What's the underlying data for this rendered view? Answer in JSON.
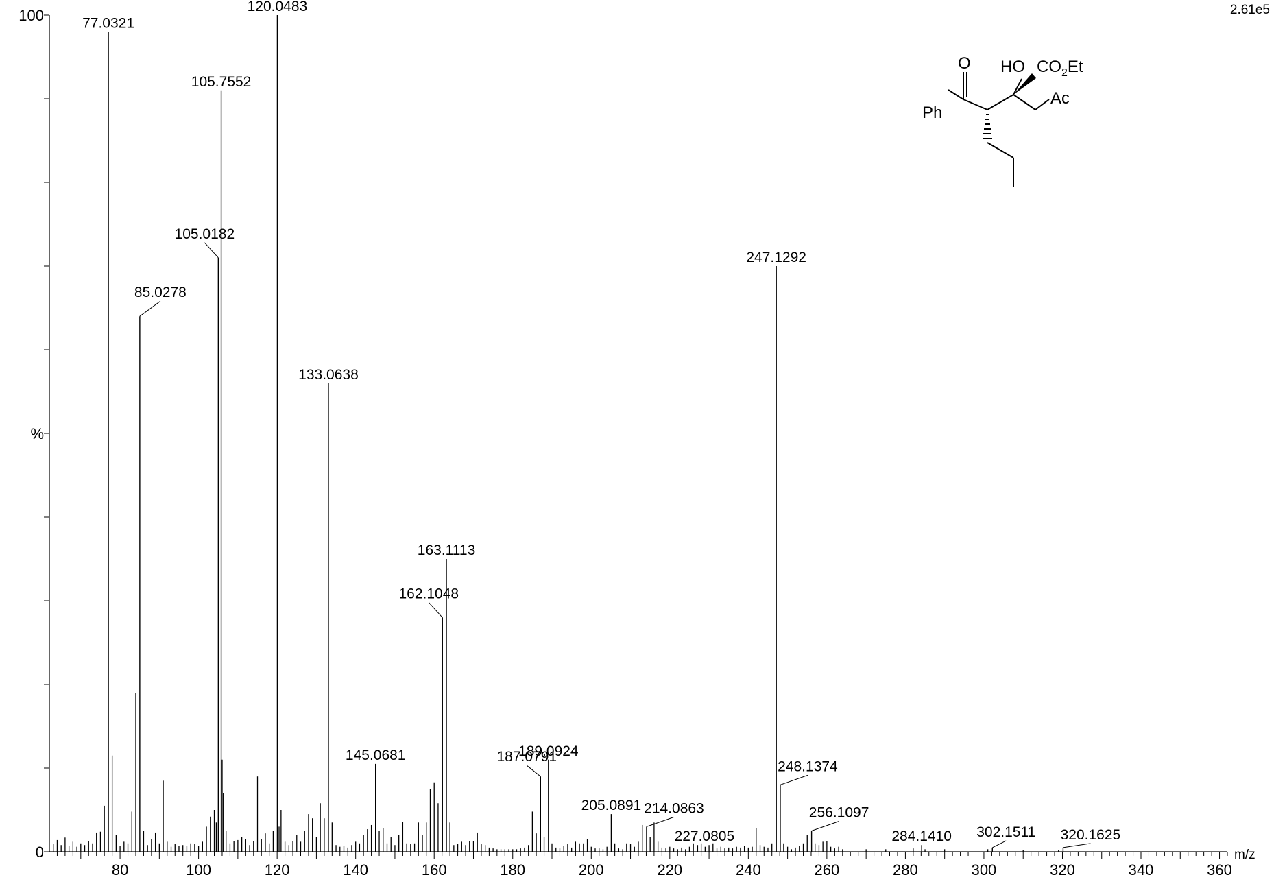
{
  "chart_data": {
    "type": "bar",
    "subtype": "mass-spectrum-stick",
    "xlabel": "m/z",
    "ylabel": "%",
    "xlim": [
      62,
      362
    ],
    "ylim": [
      0,
      100
    ],
    "x_ticks": [
      80,
      100,
      120,
      140,
      160,
      180,
      200,
      220,
      240,
      260,
      280,
      300,
      320,
      340,
      360
    ],
    "y_ticks": [
      "0",
      "%",
      "100"
    ],
    "scale_note": "2.61e5",
    "labeled_peaks": [
      {
        "mz": 77.0321,
        "label": "77.0321",
        "intensity": 98
      },
      {
        "mz": 85.0278,
        "label": "85.0278",
        "intensity": 64
      },
      {
        "mz": 105.0182,
        "label": "105.0182",
        "intensity": 71
      },
      {
        "mz": 105.7552,
        "label": "105.7552",
        "intensity": 91
      },
      {
        "mz": 120.0483,
        "label": "120.0483",
        "intensity": 100
      },
      {
        "mz": 133.0638,
        "label": "133.0638",
        "intensity": 56
      },
      {
        "mz": 145.0681,
        "label": "145.0681",
        "intensity": 10.5
      },
      {
        "mz": 162.1048,
        "label": "162.1048",
        "intensity": 28
      },
      {
        "mz": 163.1113,
        "label": "163.1113",
        "intensity": 35
      },
      {
        "mz": 187.0791,
        "label": "187.0791",
        "intensity": 9
      },
      {
        "mz": 189.0924,
        "label": "189.0924",
        "intensity": 11
      },
      {
        "mz": 205.0891,
        "label": "205.0891",
        "intensity": 4.5
      },
      {
        "mz": 214.0863,
        "label": "214.0863",
        "intensity": 3
      },
      {
        "mz": 227.0805,
        "label": "227.0805",
        "intensity": 0.8
      },
      {
        "mz": 247.1292,
        "label": "247.1292",
        "intensity": 70
      },
      {
        "mz": 248.1374,
        "label": "248.1374",
        "intensity": 8
      },
      {
        "mz": 256.1097,
        "label": "256.1097",
        "intensity": 2.5
      },
      {
        "mz": 284.141,
        "label": "284.1410",
        "intensity": 0.8
      },
      {
        "mz": 302.1511,
        "label": "302.1511",
        "intensity": 0.5
      },
      {
        "mz": 320.1625,
        "label": "320.1625",
        "intensity": 0.5
      }
    ],
    "minor_peaks": [
      [
        63,
        0.9
      ],
      [
        64,
        1.4
      ],
      [
        65,
        0.8
      ],
      [
        66,
        1.7
      ],
      [
        67,
        0.7
      ],
      [
        68,
        1.2
      ],
      [
        69,
        0.6
      ],
      [
        70,
        1.0
      ],
      [
        71,
        0.8
      ],
      [
        72,
        1.3
      ],
      [
        73,
        1.0
      ],
      [
        74,
        2.3
      ],
      [
        75,
        2.4
      ],
      [
        76,
        5.5
      ],
      [
        78,
        11.5
      ],
      [
        79,
        2.0
      ],
      [
        80,
        0.7
      ],
      [
        81,
        1.2
      ],
      [
        82,
        1.0
      ],
      [
        83,
        4.8
      ],
      [
        84,
        19
      ],
      [
        86,
        2.5
      ],
      [
        87,
        0.8
      ],
      [
        88,
        1.5
      ],
      [
        89,
        2.3
      ],
      [
        90,
        1.0
      ],
      [
        91,
        8.5
      ],
      [
        92,
        1.2
      ],
      [
        93,
        0.6
      ],
      [
        94,
        0.9
      ],
      [
        95,
        0.7
      ],
      [
        96,
        0.8
      ],
      [
        97,
        0.7
      ],
      [
        98,
        1.0
      ],
      [
        99,
        0.9
      ],
      [
        100,
        0.7
      ],
      [
        101,
        1.2
      ],
      [
        102,
        3.0
      ],
      [
        103,
        4.2
      ],
      [
        104,
        5.0
      ],
      [
        104.5,
        3.5
      ],
      [
        106,
        11
      ],
      [
        106.3,
        7
      ],
      [
        107,
        2.5
      ],
      [
        108,
        1.0
      ],
      [
        109,
        1.3
      ],
      [
        110,
        1.4
      ],
      [
        111,
        1.8
      ],
      [
        112,
        1.5
      ],
      [
        113,
        0.8
      ],
      [
        114,
        1.3
      ],
      [
        115,
        9
      ],
      [
        116,
        1.5
      ],
      [
        117,
        2.2
      ],
      [
        118,
        1.0
      ],
      [
        119,
        2.5
      ],
      [
        120.5,
        3.0
      ],
      [
        121,
        5.0
      ],
      [
        122,
        1.2
      ],
      [
        123,
        0.8
      ],
      [
        124,
        1.3
      ],
      [
        125,
        2.0
      ],
      [
        126,
        1.2
      ],
      [
        127,
        2.5
      ],
      [
        128,
        4.5
      ],
      [
        129,
        4.0
      ],
      [
        130,
        1.8
      ],
      [
        131,
        5.8
      ],
      [
        132,
        4.0
      ],
      [
        134,
        3.5
      ],
      [
        135,
        0.8
      ],
      [
        136,
        0.6
      ],
      [
        137,
        0.7
      ],
      [
        138,
        0.5
      ],
      [
        139,
        0.8
      ],
      [
        140,
        1.2
      ],
      [
        141,
        1.0
      ],
      [
        142,
        2.0
      ],
      [
        143,
        2.7
      ],
      [
        144,
        3.2
      ],
      [
        146,
        2.5
      ],
      [
        147,
        2.8
      ],
      [
        148,
        1.0
      ],
      [
        149,
        1.8
      ],
      [
        150,
        0.8
      ],
      [
        151,
        2.0
      ],
      [
        152,
        3.6
      ],
      [
        153,
        1.0
      ],
      [
        154,
        0.9
      ],
      [
        155,
        1.0
      ],
      [
        156,
        3.5
      ],
      [
        157,
        2.0
      ],
      [
        158,
        3.5
      ],
      [
        159,
        7.5
      ],
      [
        160,
        8.3
      ],
      [
        161,
        5.8
      ],
      [
        164,
        3.5
      ],
      [
        165,
        0.8
      ],
      [
        166,
        0.9
      ],
      [
        167,
        1.2
      ],
      [
        168,
        0.8
      ],
      [
        169,
        1.3
      ],
      [
        170,
        1.3
      ],
      [
        171,
        2.3
      ],
      [
        172,
        0.9
      ],
      [
        173,
        0.8
      ],
      [
        174,
        0.5
      ],
      [
        175,
        0.4
      ],
      [
        176,
        0.3
      ],
      [
        177,
        0.3
      ],
      [
        178,
        0.3
      ],
      [
        179,
        0.3
      ],
      [
        180,
        0.3
      ],
      [
        181,
        0.3
      ],
      [
        182,
        0.4
      ],
      [
        183,
        0.5
      ],
      [
        184,
        0.8
      ],
      [
        185,
        4.8
      ],
      [
        186,
        2.2
      ],
      [
        188,
        1.8
      ],
      [
        190,
        1.0
      ],
      [
        191,
        0.5
      ],
      [
        192,
        0.4
      ],
      [
        193,
        0.7
      ],
      [
        194,
        0.9
      ],
      [
        195,
        0.5
      ],
      [
        196,
        1.2
      ],
      [
        197,
        1.0
      ],
      [
        198,
        1.0
      ],
      [
        199,
        1.5
      ],
      [
        200,
        0.6
      ],
      [
        201,
        0.4
      ],
      [
        202,
        0.4
      ],
      [
        203,
        0.3
      ],
      [
        204,
        0.6
      ],
      [
        206,
        1.0
      ],
      [
        207,
        0.4
      ],
      [
        208,
        0.3
      ],
      [
        209,
        1.0
      ],
      [
        210,
        0.9
      ],
      [
        211,
        0.6
      ],
      [
        212,
        1.2
      ],
      [
        213,
        3.2
      ],
      [
        215,
        1.8
      ],
      [
        216,
        3.5
      ],
      [
        217,
        1.2
      ],
      [
        218,
        0.5
      ],
      [
        219,
        0.4
      ],
      [
        220,
        0.6
      ],
      [
        221,
        0.4
      ],
      [
        222,
        0.3
      ],
      [
        223,
        0.5
      ],
      [
        224,
        0.3
      ],
      [
        225,
        0.6
      ],
      [
        226,
        1.0
      ],
      [
        228,
        1.0
      ],
      [
        229,
        0.6
      ],
      [
        230,
        0.8
      ],
      [
        231,
        1.0
      ],
      [
        232,
        0.4
      ],
      [
        233,
        0.6
      ],
      [
        234,
        0.4
      ],
      [
        235,
        0.5
      ],
      [
        236,
        0.4
      ],
      [
        237,
        0.6
      ],
      [
        238,
        0.5
      ],
      [
        239,
        0.7
      ],
      [
        240,
        0.5
      ],
      [
        241,
        0.6
      ],
      [
        242,
        2.8
      ],
      [
        243,
        0.8
      ],
      [
        244,
        0.6
      ],
      [
        245,
        0.5
      ],
      [
        246,
        1.0
      ],
      [
        249,
        1.0
      ],
      [
        250,
        0.6
      ],
      [
        251,
        0.3
      ],
      [
        252,
        0.5
      ],
      [
        253,
        0.7
      ],
      [
        254,
        1.0
      ],
      [
        255,
        2.0
      ],
      [
        257,
        1.0
      ],
      [
        258,
        0.8
      ],
      [
        259,
        1.2
      ],
      [
        260,
        1.3
      ],
      [
        261,
        0.6
      ],
      [
        262,
        0.4
      ],
      [
        263,
        0.6
      ],
      [
        264,
        0.3
      ],
      [
        270,
        0.3
      ],
      [
        275,
        0.3
      ],
      [
        282,
        0.4
      ],
      [
        285,
        0.3
      ],
      [
        290,
        0.3
      ],
      [
        301,
        0.3
      ],
      [
        310,
        0.2
      ],
      [
        319,
        0.2
      ]
    ]
  },
  "structure": {
    "label_ph": "Ph",
    "label_o": "O",
    "label_ho": "HO",
    "label_co2et_main": "CO",
    "label_co2et_sub": "2",
    "label_co2et_end": "Et",
    "label_ac": "Ac"
  }
}
